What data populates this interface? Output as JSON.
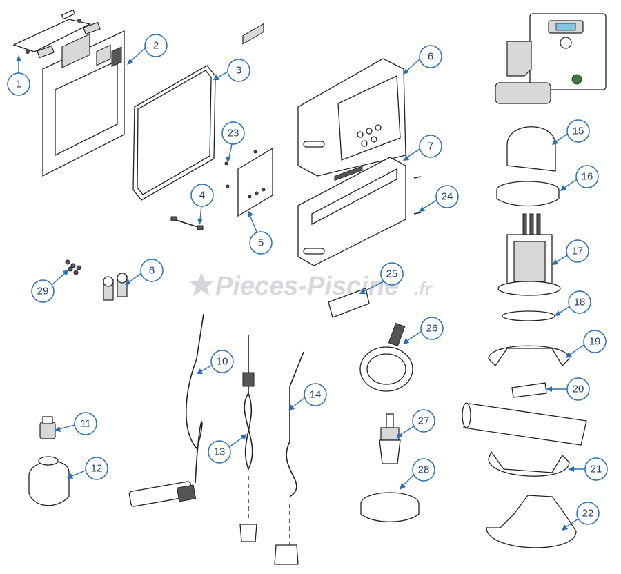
{
  "diagram": {
    "watermark": "Pieces-Piscine",
    "watermark_suffix": ".fr",
    "colors": {
      "callout_stroke": "#2a6fb3",
      "callout_text": "#1f3f66",
      "line_art": "#222222"
    },
    "callouts": [
      {
        "id": "1",
        "label": "1"
      },
      {
        "id": "2",
        "label": "2"
      },
      {
        "id": "3",
        "label": "3"
      },
      {
        "id": "4",
        "label": "4"
      },
      {
        "id": "5",
        "label": "5"
      },
      {
        "id": "6",
        "label": "6"
      },
      {
        "id": "7",
        "label": "7"
      },
      {
        "id": "8",
        "label": "8"
      },
      {
        "id": "10",
        "label": "10"
      },
      {
        "id": "11",
        "label": "11"
      },
      {
        "id": "12",
        "label": "12"
      },
      {
        "id": "13",
        "label": "13"
      },
      {
        "id": "14",
        "label": "14"
      },
      {
        "id": "15",
        "label": "15"
      },
      {
        "id": "16",
        "label": "16"
      },
      {
        "id": "17",
        "label": "17"
      },
      {
        "id": "18",
        "label": "18"
      },
      {
        "id": "19",
        "label": "19"
      },
      {
        "id": "20",
        "label": "20"
      },
      {
        "id": "21",
        "label": "21"
      },
      {
        "id": "22",
        "label": "22"
      },
      {
        "id": "23",
        "label": "23"
      },
      {
        "id": "24",
        "label": "24"
      },
      {
        "id": "25",
        "label": "25"
      },
      {
        "id": "26",
        "label": "26"
      },
      {
        "id": "27",
        "label": "27"
      },
      {
        "id": "28",
        "label": "28"
      },
      {
        "id": "29",
        "label": "29"
      }
    ]
  }
}
